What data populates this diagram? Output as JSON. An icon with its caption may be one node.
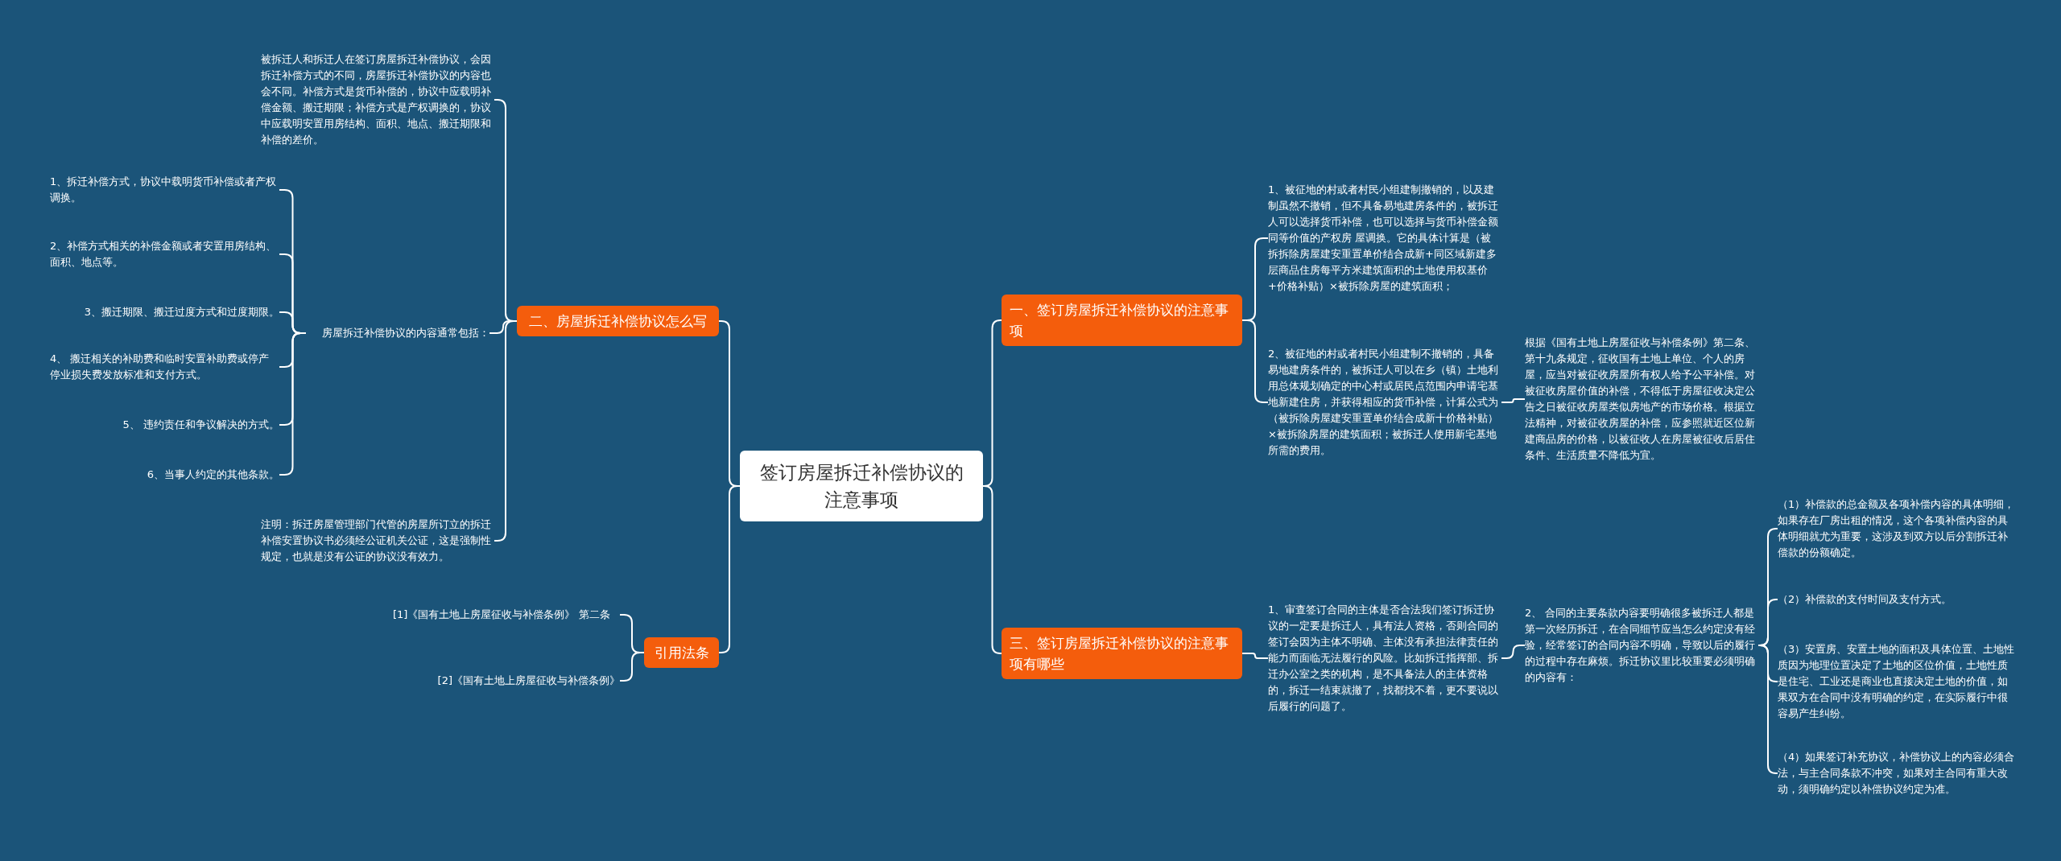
{
  "diagram": {
    "nodes": [
      {
        "text": [
          "签订房屋拆迁补偿协议的注意事项"
        ]
      },
      {
        "text": [
          "一、签订房屋拆迁补偿协议的注意事项"
        ]
      },
      {
        "text": [
          "1、被征地的村或者村民小组建制撤销的，以及建制虽然不撤销，但不具备易地建房条件的，被拆迁人可以选择货币补偿，也可以选择与货币补偿金额同等价值的产权房 屋调换。它的具体计算是（被拆拆除房屋建安重置单价结合成新+同区域新建多层商品住房每平方米建筑面积的土地使用权基价+价格补贴）×被拆除房屋的建筑面积；"
        ]
      },
      {
        "text": [
          "2、被征地的村或者村民小组建制不撤销的，具备易地建房条件的，被拆迁人可以在乡（镇）土地利用总体规划确定的中心村或居民点范围内申请宅基地新建住房，并获得相应的货币补偿，计算公式为（被拆除房屋建安重置单价结合成新十价格补贴）×被拆除房屋的建筑面积；被拆迁人使用新宅基地所需的费用。"
        ]
      },
      {
        "text": [
          "根据《国有土地上房屋征收与补偿条例》第二条、第十九条规定，征收国有土地上单位、个人的房屋，应当对被征收房屋所有权人给予公平补偿。对被征收房屋价值的补偿，不得低于房屋征收决定公告之日被征收房屋类似房地产的市场价格。根据立法精神，对被征收房屋的补偿，应参照就近区位新建商品房的价格，以被征收人在房屋被征收后居住条件、生活质量不降低为宜。"
        ]
      },
      {
        "text": [
          "三、签订房屋拆迁补偿协议的注意事项有哪些"
        ]
      },
      {
        "text": [
          "1、审查签订合同的主体是否合法我们签订拆迁协议的一定要是拆迁人，具有法人资格，否则合同的签订会因为主体不明确、主体没有承担法律责任的能力而面临无法履行的风险。比如拆迁指挥部、拆迁办公室之类的机构，是不具备法人的主体资格的，拆迁一结束就撤了，找都找不着，更不要说以后履行的问题了。"
        ]
      },
      {
        "text": [
          "2、 合同的主要条款内容要明确很多被拆迁人都是第一次经历拆迁，在合同细节应当怎么约定没有经验，经常签订的合同内容不明确，导致以后的履行的过程中存在麻烦。拆迁协议里比较重要必须明确的内容有："
        ]
      },
      {
        "text": [
          "（1）补偿款的总金额及各项补偿内容的具体明细，如果存在厂房出租的情况，这个各项补偿内容的具体明细就尤为重要，这涉及到双方以后分割拆迁补偿款的份额确定。"
        ]
      },
      {
        "text": [
          "（2）补偿款的支付时间及支付方式。"
        ]
      },
      {
        "text": [
          "（3）安置房、安置土地的面积及具体位置、土地性质因为地理位置决定了土地的区位价值，土地性质是住宅、工业还是商业也直接决定土地的价值，如果双方在合同中没有明确的约定，在实际履行中很容易产生纠纷。"
        ]
      },
      {
        "text": [
          "（4）如果签订补充协议，补偿协议上的内容必须合法，与主合同条款不冲突，如果对主合同有重大改动，须明确约定以补偿协议约定为准。"
        ]
      },
      {
        "text": [
          "二、房屋拆迁补偿协议怎么写"
        ]
      },
      {
        "text": [
          "被拆迁人和拆迁人在签订房屋拆迁补偿协议，会因拆迁补偿方式的不同，房屋拆迁补偿协议的内容也会不同。补偿方式是货币补偿的，协议中应载明补偿金额、搬迁期限；补偿方式是产权调换的，协议中应载明安置用房结构、面积、地点、搬迁期限和补偿的差价。"
        ]
      },
      {
        "text": [
          "房屋拆迁补偿协议的内容通常包括："
        ]
      },
      {
        "text": [
          "1、拆迁补偿方式，协议中载明货币补偿或者产权调换。"
        ]
      },
      {
        "text": [
          "2、补偿方式相关的补偿金额或者安置用房结构、面积、地点等。"
        ]
      },
      {
        "text": [
          "3、搬迁期限、搬迁过度方式和过度期限。"
        ]
      },
      {
        "text": [
          "4、 搬迁相关的补助费和临时安置补助费或停产停业损失费发放标准和支付方式。"
        ]
      },
      {
        "text": [
          "5、 违约责任和争议解决的方式。"
        ]
      },
      {
        "text": [
          "6、当事人约定的其他条款。"
        ]
      },
      {
        "text": [
          "注明：拆迁房屋管理部门代管的房屋所订立的拆迁补偿安置协议书必须经公证机关公证，这是强制性规定，也就是没有公证的协议没有效力。"
        ]
      },
      {
        "text": [
          "引用法条"
        ]
      },
      {
        "text": [
          "[1]《国有土地上房屋征收与补偿条例》 第二条"
        ]
      },
      {
        "text": [
          "[2]《国有土地上房屋征收与补偿条例》"
        ]
      }
    ],
    "edges": [
      {
        "from": 0,
        "to": 1,
        "arrow": "none"
      },
      {
        "from": 1,
        "to": 2,
        "arrow": "none"
      },
      {
        "from": 1,
        "to": 3,
        "arrow": "none"
      },
      {
        "from": 3,
        "to": 4,
        "arrow": "none"
      },
      {
        "from": 0,
        "to": 5,
        "arrow": "none"
      },
      {
        "from": 5,
        "to": 6,
        "arrow": "none"
      },
      {
        "from": 6,
        "to": 7,
        "arrow": "none"
      },
      {
        "from": 7,
        "to": 8,
        "arrow": "none"
      },
      {
        "from": 7,
        "to": 9,
        "arrow": "none"
      },
      {
        "from": 7,
        "to": 10,
        "arrow": "none"
      },
      {
        "from": 7,
        "to": 11,
        "arrow": "none"
      },
      {
        "from": 0,
        "to": 12,
        "arrow": "none"
      },
      {
        "from": 12,
        "to": 13,
        "arrow": "none"
      },
      {
        "from": 12,
        "to": 14,
        "arrow": "none"
      },
      {
        "from": 14,
        "to": 15,
        "arrow": "none"
      },
      {
        "from": 14,
        "to": 16,
        "arrow": "none"
      },
      {
        "from": 14,
        "to": 17,
        "arrow": "none"
      },
      {
        "from": 14,
        "to": 18,
        "arrow": "none"
      },
      {
        "from": 14,
        "to": 19,
        "arrow": "none"
      },
      {
        "from": 14,
        "to": 20,
        "arrow": "none"
      },
      {
        "from": 12,
        "to": 21,
        "arrow": "none"
      },
      {
        "from": 0,
        "to": 22,
        "arrow": "none"
      },
      {
        "from": 22,
        "to": 23,
        "arrow": "none"
      },
      {
        "from": 22,
        "to": 24,
        "arrow": "none"
      }
    ]
  }
}
